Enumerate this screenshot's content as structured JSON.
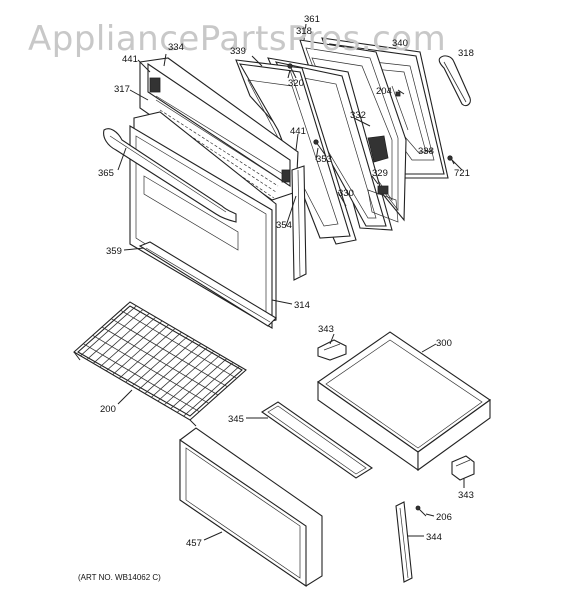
{
  "watermark": "AppliancePartsPros.com",
  "art_number": "(ART NO. WB14062 C)",
  "parts": [
    {
      "id": "p361",
      "label": "361"
    },
    {
      "id": "p318a",
      "label": "318"
    },
    {
      "id": "p334",
      "label": "334"
    },
    {
      "id": "p340",
      "label": "340"
    },
    {
      "id": "p318",
      "label": "318"
    },
    {
      "id": "p441a",
      "label": "441"
    },
    {
      "id": "p339",
      "label": "339"
    },
    {
      "id": "p320",
      "label": "320"
    },
    {
      "id": "p317",
      "label": "317"
    },
    {
      "id": "p204",
      "label": "204"
    },
    {
      "id": "p332",
      "label": "332"
    },
    {
      "id": "p441b",
      "label": "441"
    },
    {
      "id": "p353",
      "label": "353"
    },
    {
      "id": "p338",
      "label": "338"
    },
    {
      "id": "p365",
      "label": "365"
    },
    {
      "id": "p721",
      "label": "721"
    },
    {
      "id": "p329",
      "label": "329"
    },
    {
      "id": "p330",
      "label": "330"
    },
    {
      "id": "p354",
      "label": "354"
    },
    {
      "id": "p359",
      "label": "359"
    },
    {
      "id": "p314",
      "label": "314"
    },
    {
      "id": "p343a",
      "label": "343"
    },
    {
      "id": "p300",
      "label": "300"
    },
    {
      "id": "p200",
      "label": "200"
    },
    {
      "id": "p345",
      "label": "345"
    },
    {
      "id": "p343b",
      "label": "343"
    },
    {
      "id": "p206",
      "label": "206"
    },
    {
      "id": "p457",
      "label": "457"
    },
    {
      "id": "p344",
      "label": "344"
    }
  ]
}
